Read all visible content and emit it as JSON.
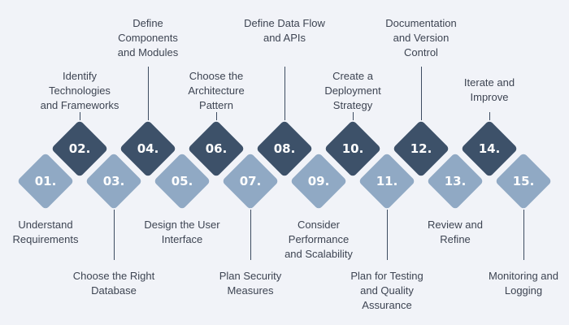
{
  "diagram": {
    "colors": {
      "dark": "#3d5169",
      "light": "#90a9c4",
      "line": "#3d4c61",
      "text": "#3d4452",
      "background": "#f1f3f8"
    },
    "steps": [
      {
        "number": "01.",
        "label": "Understand\nRequirements",
        "tone": "light"
      },
      {
        "number": "02.",
        "label": "Identify\nTechnologies\nand Frameworks",
        "tone": "dark"
      },
      {
        "number": "03.",
        "label": "Choose the Right\nDatabase",
        "tone": "light"
      },
      {
        "number": "04.",
        "label": "Define\nComponents\nand Modules",
        "tone": "dark"
      },
      {
        "number": "05.",
        "label": "Design the User\nInterface",
        "tone": "light"
      },
      {
        "number": "06.",
        "label": "Choose the\nArchitecture\nPattern",
        "tone": "dark"
      },
      {
        "number": "07.",
        "label": "Plan Security\nMeasures",
        "tone": "light"
      },
      {
        "number": "08.",
        "label": "Define Data Flow\nand APIs",
        "tone": "dark"
      },
      {
        "number": "09.",
        "label": "Consider\nPerformance\nand Scalability",
        "tone": "light"
      },
      {
        "number": "10.",
        "label": "Create a\nDeployment\nStrategy",
        "tone": "dark"
      },
      {
        "number": "11.",
        "label": "Plan for Testing\nand Quality\nAssurance",
        "tone": "light"
      },
      {
        "number": "12.",
        "label": "Documentation\nand Version\nControl",
        "tone": "dark"
      },
      {
        "number": "13.",
        "label": "Review and\nRefine",
        "tone": "light"
      },
      {
        "number": "14.",
        "label": "Iterate and\nImprove",
        "tone": "dark"
      },
      {
        "number": "15.",
        "label": "Monitoring and\nLogging",
        "tone": "light"
      }
    ]
  }
}
